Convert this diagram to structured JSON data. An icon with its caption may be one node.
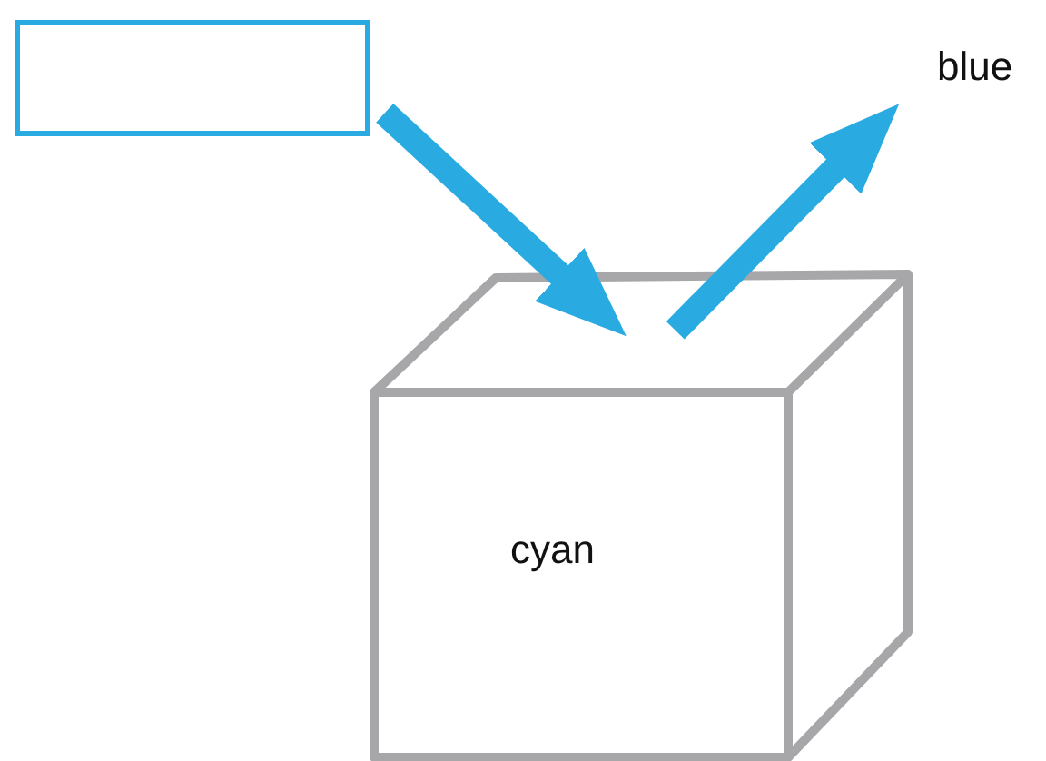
{
  "diagram": {
    "nodes": [
      {
        "text": [],
        "shape": "box"
      },
      {
        "text": [
          "cyan"
        ]
      },
      {
        "text": [
          "blue"
        ]
      }
    ],
    "edges": [
      {
        "from": 0,
        "to": 1,
        "arrow": "to"
      },
      {
        "from": 1,
        "to": 2,
        "arrow": "to"
      }
    ]
  }
}
